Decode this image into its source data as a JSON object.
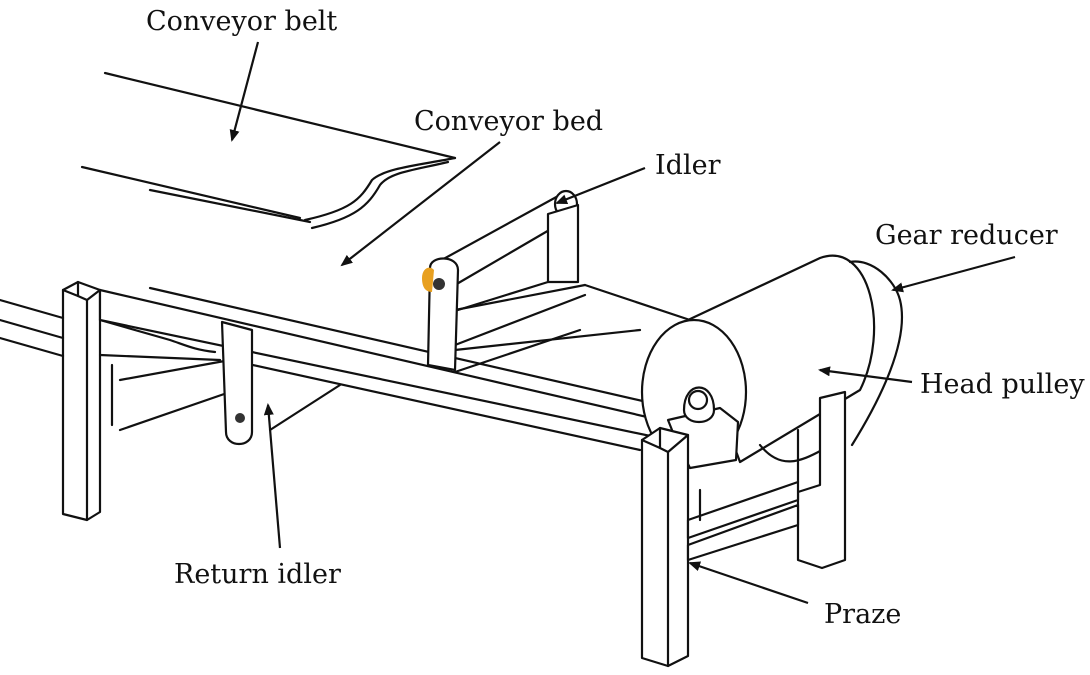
{
  "labels": {
    "conveyor_belt": "Conveyor belt",
    "conveyor_bed": "Conveyor bed",
    "idler": "Idler",
    "gear_reducer": "Gear reducer",
    "head_pulley": "Head pulley",
    "return_idler": "Return idler",
    "praze": "Praze"
  },
  "colors": {
    "stroke": "#111111",
    "background": "#ffffff",
    "idler_highlight": "#e8a020"
  }
}
